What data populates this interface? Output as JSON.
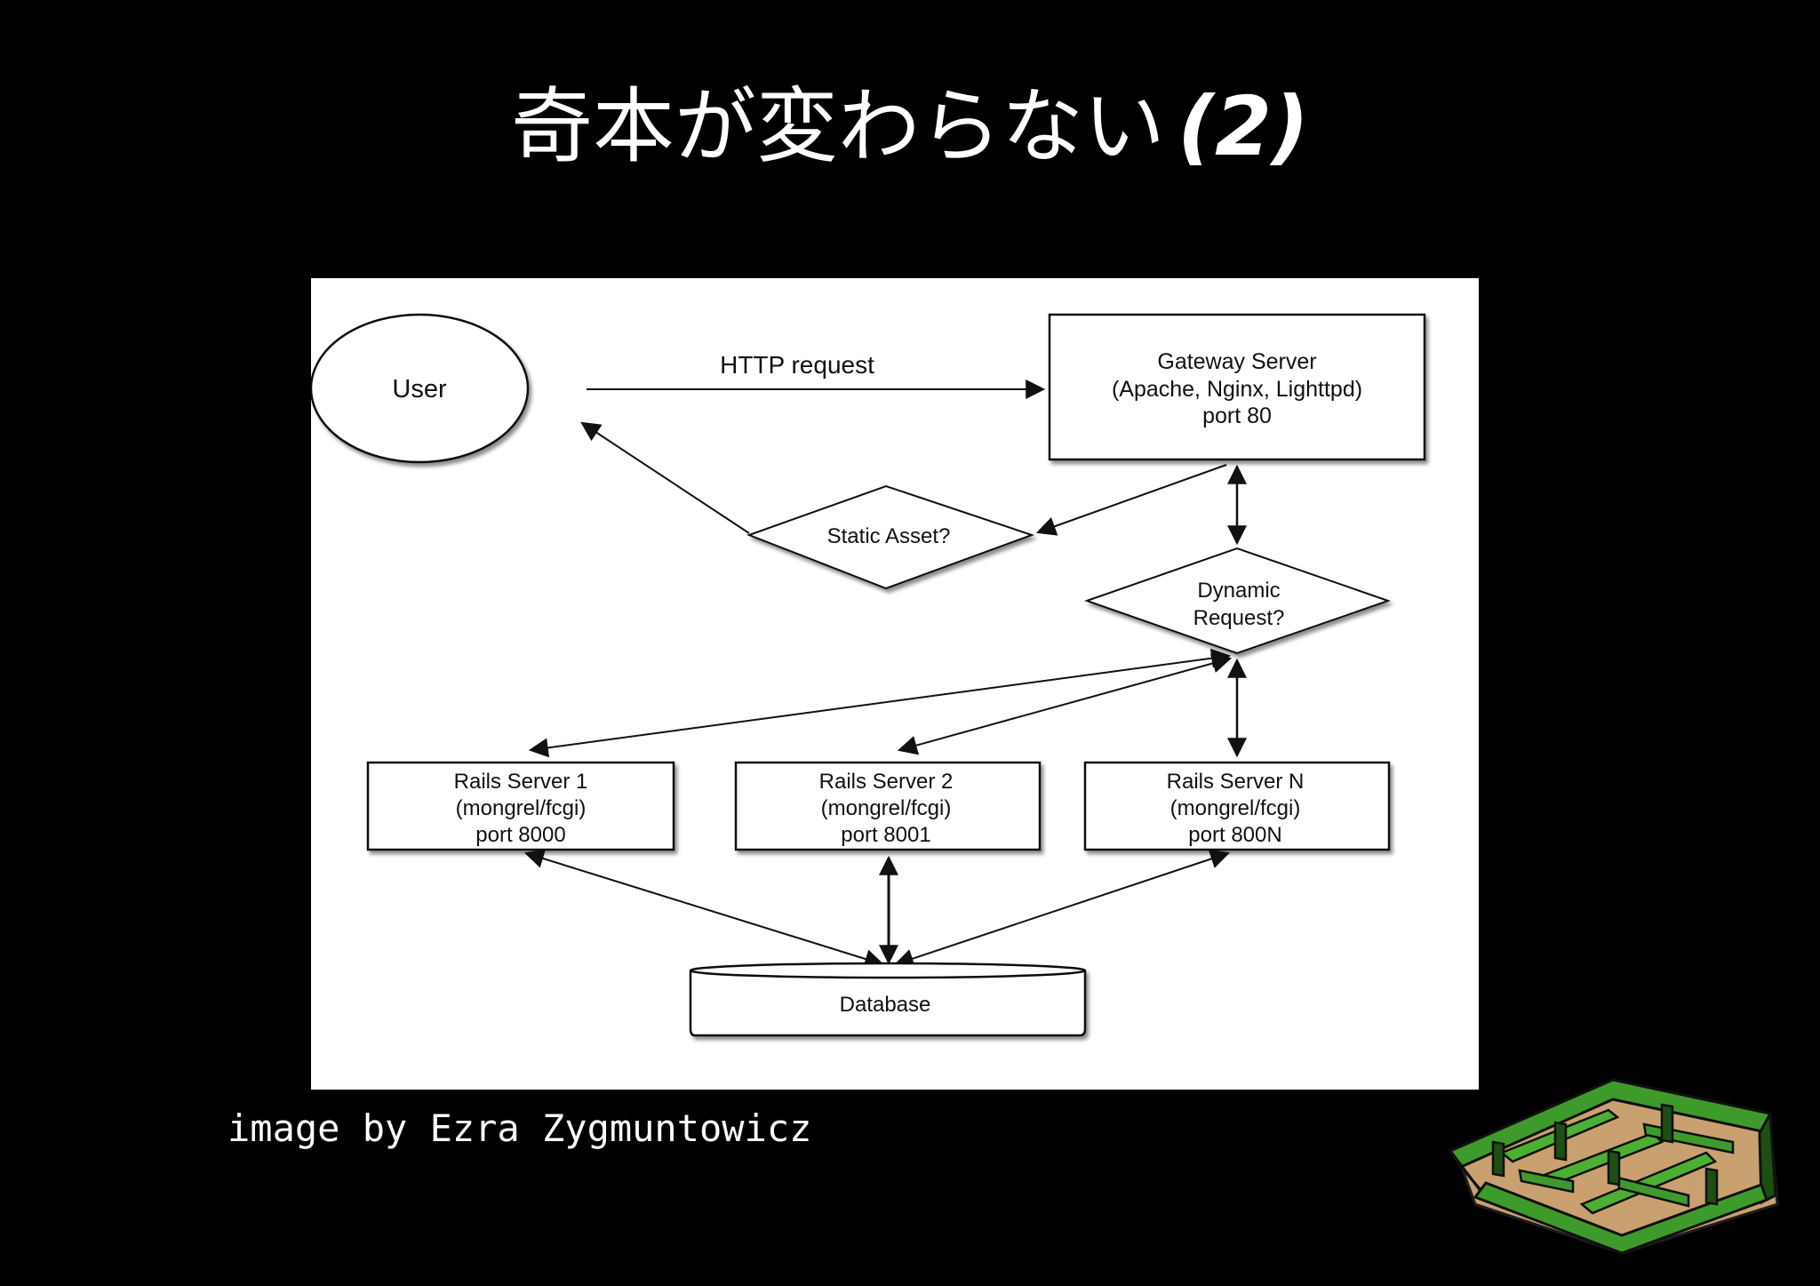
{
  "slide": {
    "title": "奇本が変わらない",
    "title_number": "(2)",
    "credit": "image by Ezra Zygmuntowicz",
    "background": "#000000"
  },
  "diagram": {
    "user": "User",
    "http_request": "HTTP request",
    "gateway": {
      "line1": "Gateway Server",
      "line2": "(Apache, Nginx, Lighttpd)",
      "line3": "port 80"
    },
    "static_asset": "Static Asset?",
    "dynamic": {
      "line1": "Dynamic",
      "line2": "Request?"
    },
    "rails": [
      {
        "line1": "Rails Server 1",
        "line2": "(mongrel/fcgi)",
        "line3": "port 8000"
      },
      {
        "line1": "Rails Server 2",
        "line2": "(mongrel/fcgi)",
        "line3": "port 8001"
      },
      {
        "line1": "Rails Server N",
        "line2": "(mongrel/fcgi)",
        "line3": "port 800N"
      }
    ],
    "database": "Database"
  },
  "icons": {
    "logo": "maze-logo-icon"
  },
  "colors": {
    "maze_green": "#3f9a2c",
    "maze_dark": "#1d4f14",
    "maze_ground": "#c9a070"
  }
}
